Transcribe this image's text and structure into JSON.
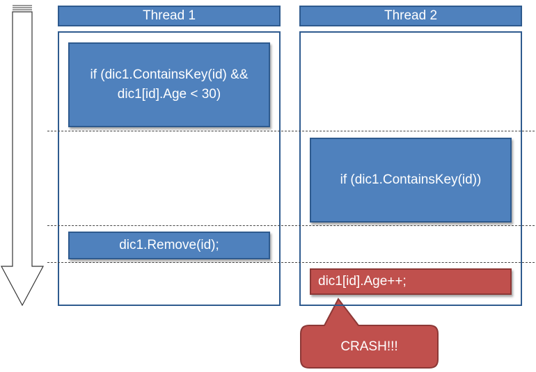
{
  "thread1": {
    "header": "Thread 1",
    "step1_line1": "if (dic1.ContainsKey(id) &&",
    "step1_line2": "dic1[id].Age < 30)",
    "step2": "dic1.Remove(id);"
  },
  "thread2": {
    "header": "Thread 2",
    "step1": "if (dic1.ContainsKey(id))",
    "step2": "dic1[id].Age++;"
  },
  "callout": {
    "text": "CRASH!!!"
  },
  "colors": {
    "block_blue": "#4f81bd",
    "block_border": "#2e5a8e",
    "crash_red": "#c0504d"
  }
}
